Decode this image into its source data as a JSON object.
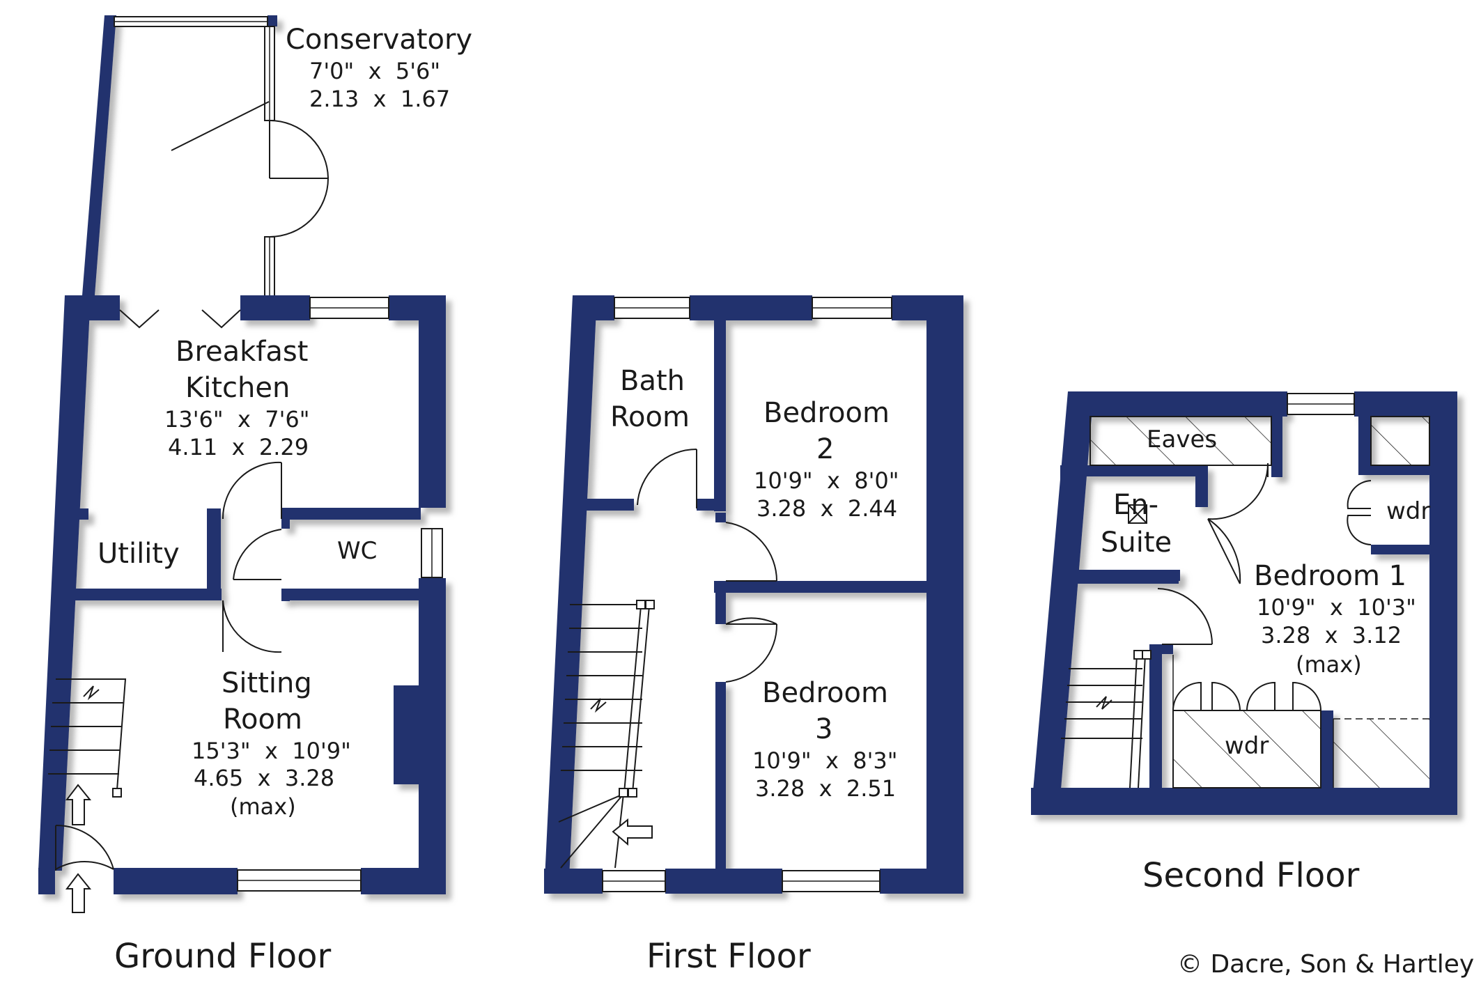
{
  "floors": {
    "ground": {
      "title": "Ground Floor",
      "rooms": {
        "conservatory": {
          "name": "Conservatory",
          "imperial": "7'0\"  x  5'6\"",
          "metric": "2.13  x  1.67"
        },
        "breakfast_kitchen": {
          "name_line1": "Breakfast",
          "name_line2": "Kitchen",
          "imperial": "13'6\"  x  7'6\"",
          "metric": "4.11  x  2.29"
        },
        "utility": {
          "name": "Utility"
        },
        "wc": {
          "name": "WC"
        },
        "sitting_room": {
          "name_line1": "Sitting",
          "name_line2": "Room",
          "imperial": "15'3\"  x  10'9\"",
          "metric": "4.65  x  3.28",
          "note": "(max)"
        }
      }
    },
    "first": {
      "title": "First Floor",
      "rooms": {
        "bath_room": {
          "name_line1": "Bath",
          "name_line2": "Room"
        },
        "bedroom_2": {
          "name_line1": "Bedroom",
          "name_line2": "2",
          "imperial": "10'9\"  x  8'0\"",
          "metric": "3.28  x  2.44"
        },
        "bedroom_3": {
          "name_line1": "Bedroom",
          "name_line2": "3",
          "imperial": "10'9\"  x  8'3\"",
          "metric": "3.28  x  2.51"
        }
      }
    },
    "second": {
      "title": "Second Floor",
      "rooms": {
        "eaves": {
          "name": "Eaves"
        },
        "en_suite": {
          "name_line1": "En-",
          "name_line2": "Suite"
        },
        "wdr_small": {
          "name": "wdr"
        },
        "wdr_large": {
          "name": "wdr"
        },
        "bedroom_1": {
          "name": "Bedroom 1",
          "imperial": "10'9\"  x  10'3\"",
          "metric": "3.28  x  3.12",
          "note": "(max)"
        }
      }
    }
  },
  "copyright": "© Dacre, Son & Hartley",
  "colors": {
    "wall": "#22326e",
    "background": "#ffffff",
    "text": "#1a1a1a"
  }
}
